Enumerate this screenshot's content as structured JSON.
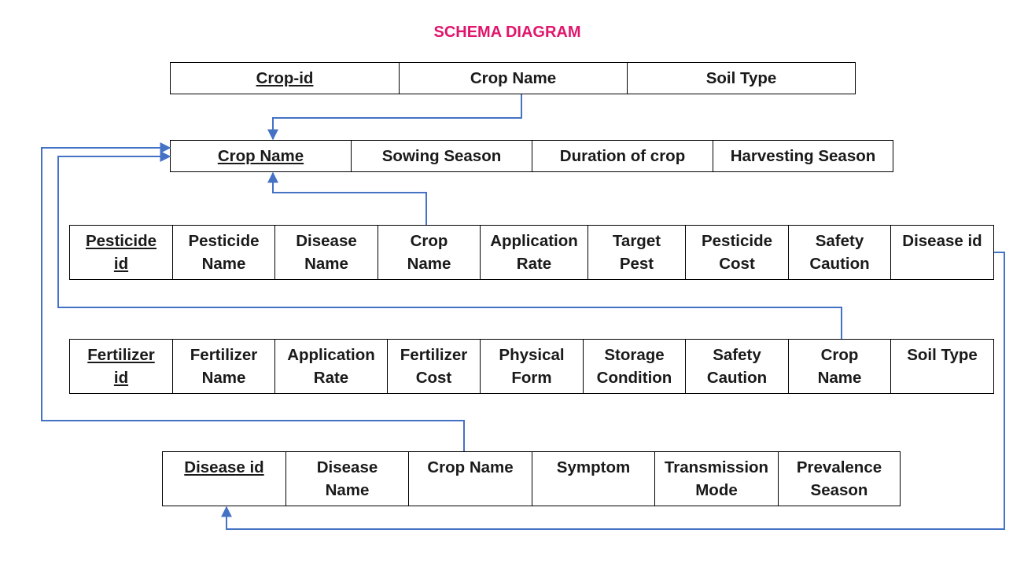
{
  "title": "SCHEMA DIAGRAM",
  "link_color": "#4472c4",
  "title_color": "#e0156b",
  "tables": {
    "crop": [
      "Crop-id",
      "Crop Name",
      "Soil Type"
    ],
    "season": [
      "Crop Name",
      "Sowing Season",
      "Duration of crop",
      "Harvesting Season"
    ],
    "pesticide": [
      "Pesticide\nid",
      "Pesticide\nName",
      "Disease\nName",
      "Crop\nName",
      "Application\nRate",
      "Target\nPest",
      "Pesticide\nCost",
      "Safety\nCaution",
      "Disease id"
    ],
    "fertilizer": [
      "Fertilizer\nid",
      "Fertilizer\nName",
      "Application\nRate",
      "Fertilizer\nCost",
      "Physical\nForm",
      "Storage\nCondition",
      "Safety\nCaution",
      "Crop\nName",
      "Soil Type"
    ],
    "disease": [
      "Disease id",
      "Disease\nName",
      "Crop Name",
      "Symptom",
      "Transmission\nMode",
      "Prevalence\nSeason"
    ]
  }
}
